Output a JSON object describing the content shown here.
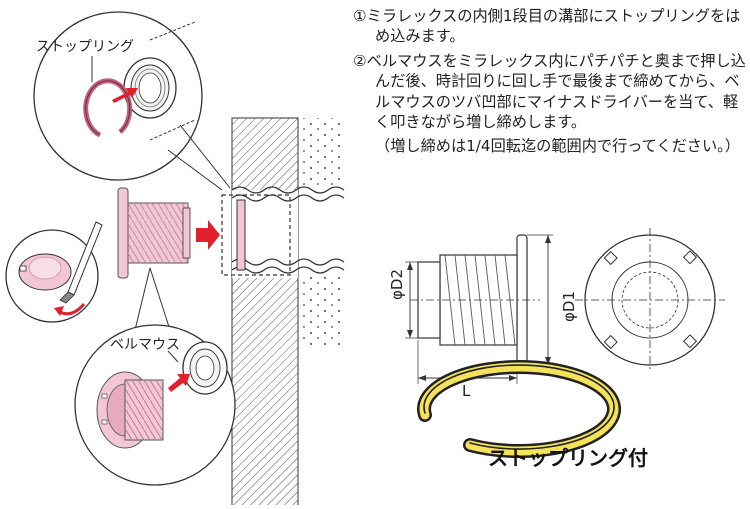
{
  "instructions": {
    "step1_num": "①",
    "step1_text": "ミラレックスの内側1段目の溝部にストップリングをはめ込みます。",
    "step2_num": "②",
    "step2_text": "ベルマウスをミラレックス内にパチパチと奥まで押し込んだ後、時計回りに回し手で最後まで締めてから、ベルマウスのツバ凹部にマイナスドライバーを当て、軽く叩きながら増し締めします。",
    "step2_note": "（増し締めは1/4回転迄の範囲内で行ってください。）"
  },
  "callouts": {
    "stop_ring": "ストップリング",
    "bell_mouth": "ベルマウス"
  },
  "dimensions": {
    "d2": "φD2",
    "d1": "φD1",
    "length": "L"
  },
  "product_label": "ストップリング付",
  "colors": {
    "part_pink": "#f2c6d4",
    "part_pink_dark": "#c98ea4",
    "arrow_red": "#e0202a",
    "ring_yellow": "#f3e25a",
    "ring_black": "#222222",
    "line": "#333333"
  }
}
